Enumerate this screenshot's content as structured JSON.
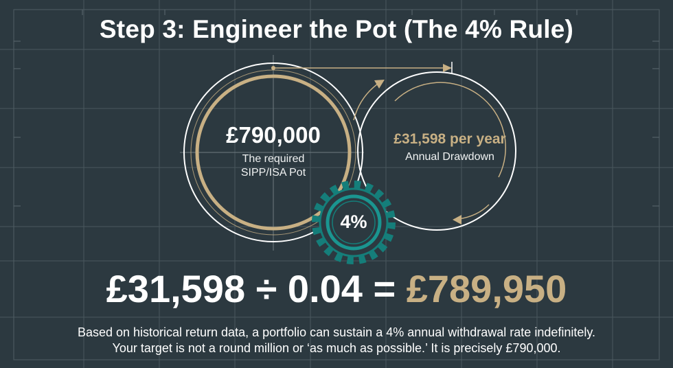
{
  "title": "Step 3: Engineer the Pot (The 4% Rule)",
  "pot": {
    "amount": "£790,000",
    "caption_line1": "The required",
    "caption_line2": "SIPP/ISA Pot"
  },
  "drawdown": {
    "amount": "£31,598 per year",
    "caption": "Annual Drawdown"
  },
  "gear": {
    "label": "4%"
  },
  "equation": {
    "left": "£31,598 ÷ 0.04 = ",
    "result": "£789,950"
  },
  "footer": {
    "line1": "Based on historical return data, a portfolio can sustain a 4% annual withdrawal rate indefinitely.",
    "line2": "Your target is not a round million or ‘as much as possible.’ It is precisely £790,000."
  },
  "colors": {
    "background": "#2c3940",
    "gold": "#c8b084",
    "teal": "#157e7a",
    "white": "#ffffff"
  }
}
